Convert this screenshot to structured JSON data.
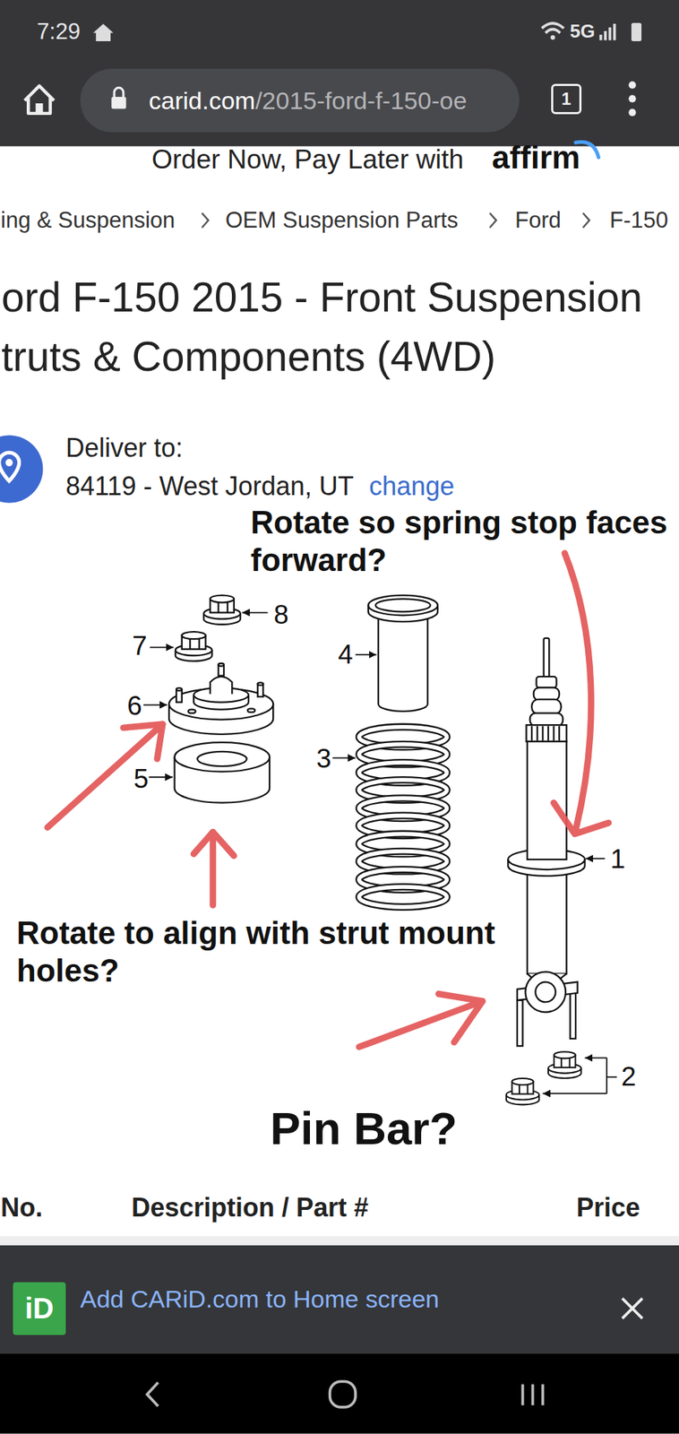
{
  "diagram": {
    "title": "ord F-150 2015 - Front Suspension truts & Components (4WD)",
    "nodes": [
      {
        "text": [
          "carid.com",
          "/2015-ford-f-150-oe"
        ]
      },
      {
        "text": [
          "1"
        ]
      },
      {
        "text": [
          "Add CARiD.com to Home screen"
        ]
      },
      {
        "text": [
          "iD"
        ],
        "in": 2
      }
    ],
    "labels": [
      "7:29",
      "5G",
      "Order Now, Pay Later with",
      "affirm",
      "ing & Suspension",
      "OEM Suspension Parts",
      "Ford",
      "F-150",
      "Deliver to:",
      "84119 - West Jordan, UT",
      "change",
      "Rotate so spring stop faces forward?",
      "8",
      "7",
      "4",
      "6",
      "3",
      "5",
      "1",
      "Rotate to align with strut mount holes?",
      "2",
      "Pin Bar?",
      "No.",
      "Description / Part #",
      "Price"
    ]
  }
}
